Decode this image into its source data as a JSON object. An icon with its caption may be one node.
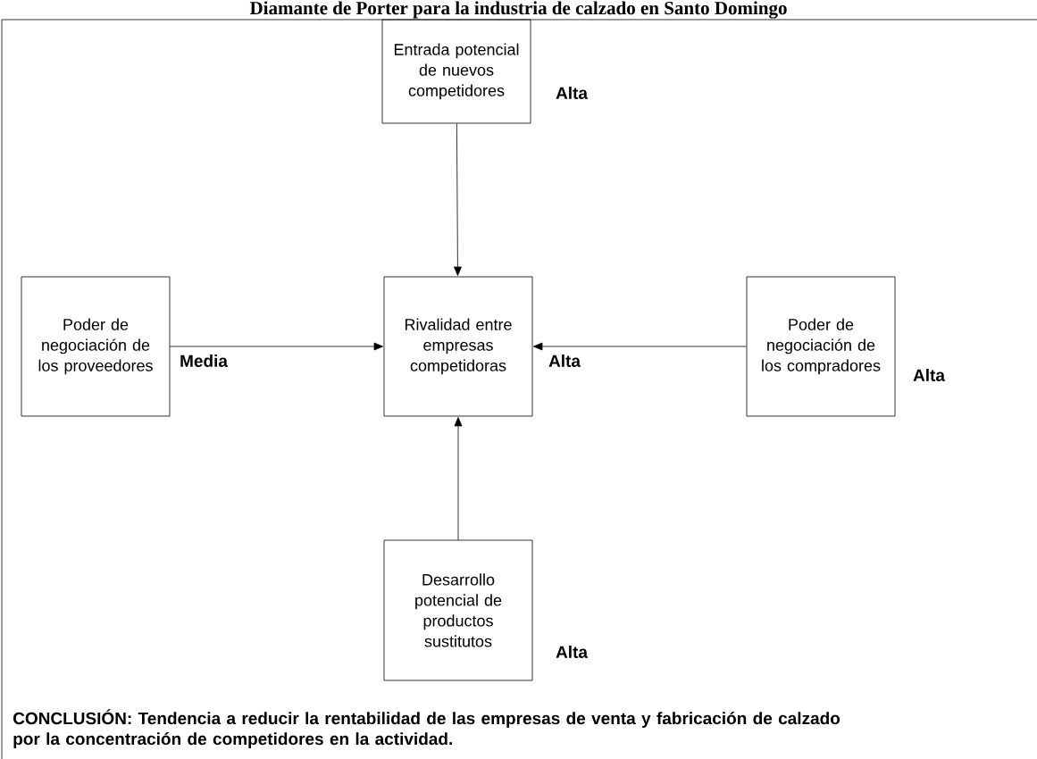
{
  "diagram": {
    "title": "Diamante de Porter para la industria de calzado en Santo Domingo",
    "nodes": [
      {
        "text": [
          "Entrada potencial de nuevos competidores"
        ],
        "beside": [
          "Alta"
        ]
      },
      {
        "text": [
          "Poder de negociación de los proveedores"
        ],
        "beside": [
          "Media"
        ]
      },
      {
        "text": [
          "Rivalidad entre empresas competidoras"
        ],
        "beside": [
          "Alta"
        ]
      },
      {
        "text": [
          "Poder de negociación de los compradores"
        ],
        "beside": [
          "Alta"
        ]
      },
      {
        "text": [
          "Desarrollo potencial de productos sustitutos"
        ],
        "beside": [
          "Alta"
        ]
      }
    ],
    "edges": [
      {
        "from": 0,
        "to": 2,
        "arrow": "to"
      },
      {
        "from": 1,
        "to": 2,
        "arrow": "to"
      },
      {
        "from": 3,
        "to": 2,
        "arrow": "to"
      },
      {
        "from": 4,
        "to": 2,
        "arrow": "to"
      }
    ],
    "labels": [
      "**CONCLUSIÓN:** **Tendencia a reducir la rentabilidad de las empresas de venta y fabricación de calzado por la concentración de competidores en la actividad.**"
    ]
  }
}
